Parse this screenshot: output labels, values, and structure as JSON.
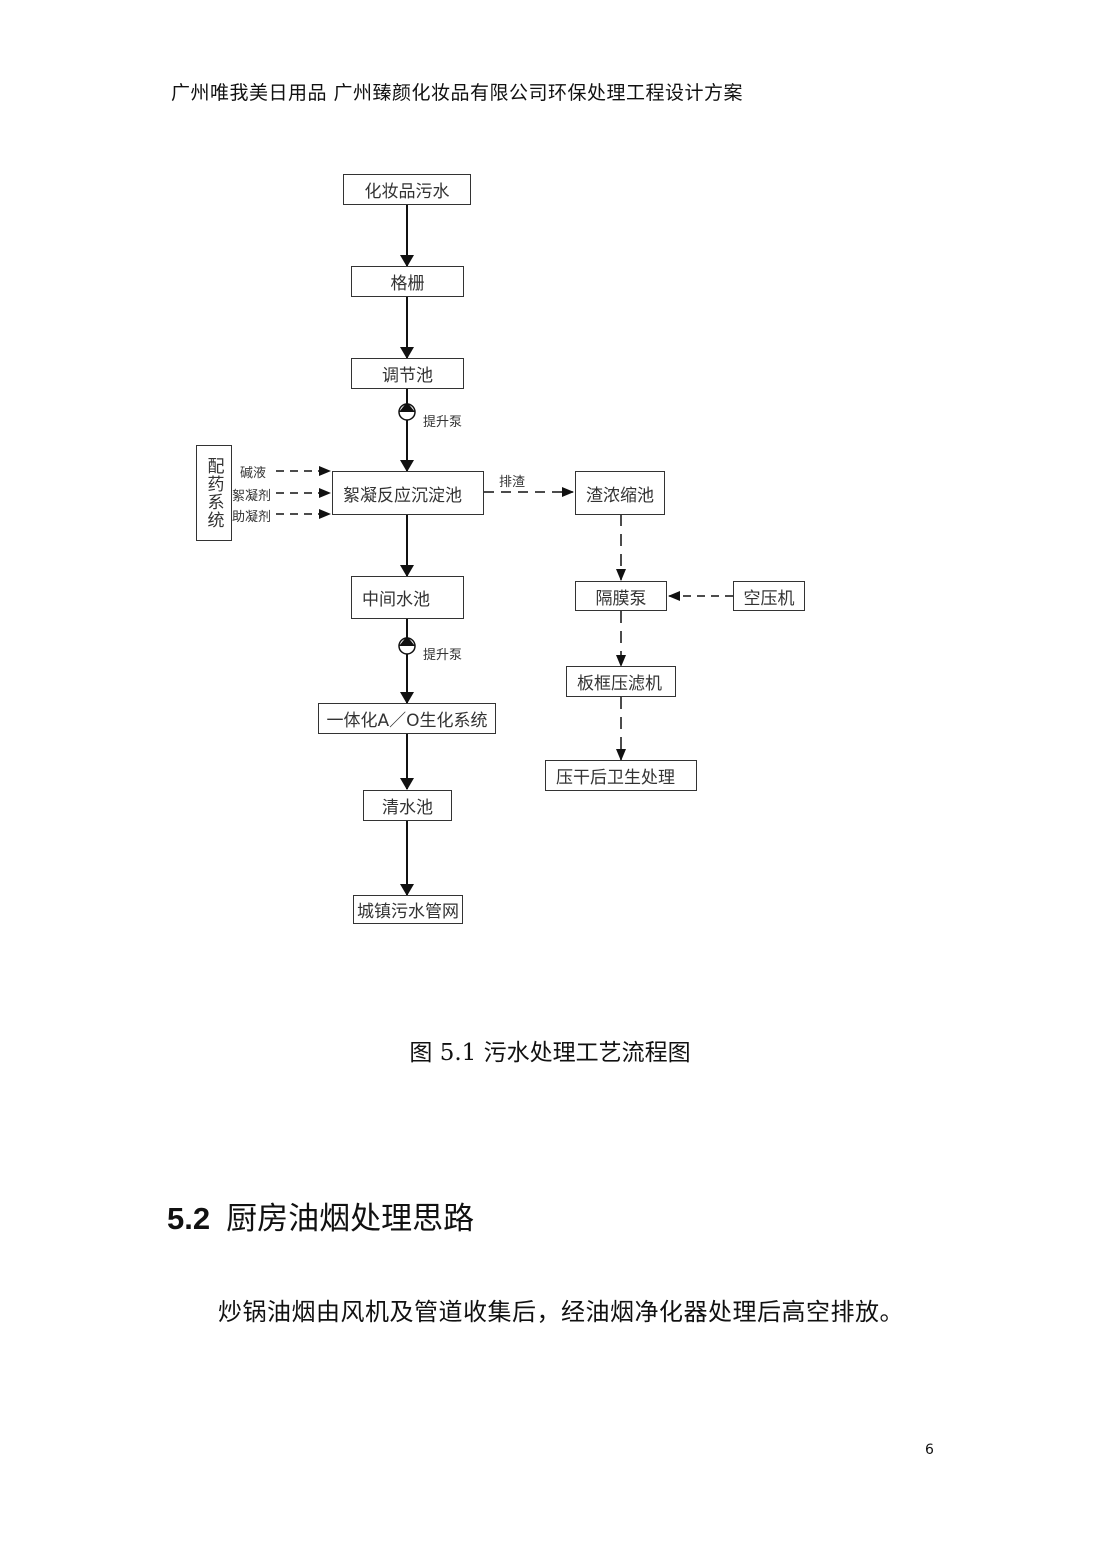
{
  "header": "广州唯我美日用品 广州臻颜化妆品有限公司环保处理工程设计方案",
  "flow": {
    "n_raw": "化妆品污水",
    "n_screen": "格栅",
    "n_equalize": "调节池",
    "n_pump1": "提升泵",
    "n_dosing": "配药系统",
    "n_alkali": "碱液",
    "n_flocculant": "絮凝剂",
    "n_coagulant": "助凝剂",
    "n_react": "絮凝反应沉淀池",
    "n_sludge_out": "排渣",
    "n_thicken": "渣浓缩池",
    "n_middle": "中间水池",
    "n_diaphragm": "隔膜泵",
    "n_compressor": "空压机",
    "n_pump2": "提升泵",
    "n_press": "板框压滤机",
    "n_ao": "一体化A／O生化系统",
    "n_dry": "压干后卫生处理",
    "n_clear": "清水池",
    "n_sewer": "城镇污水管网"
  },
  "caption": "图 5.1  污水处理工艺流程图",
  "section": {
    "number": "5.2",
    "title": "厨房油烟处理思路"
  },
  "paragraph": "炒锅油烟由风机及管道收集后，经油烟净化器处理后高空排放。",
  "page_number": "6"
}
